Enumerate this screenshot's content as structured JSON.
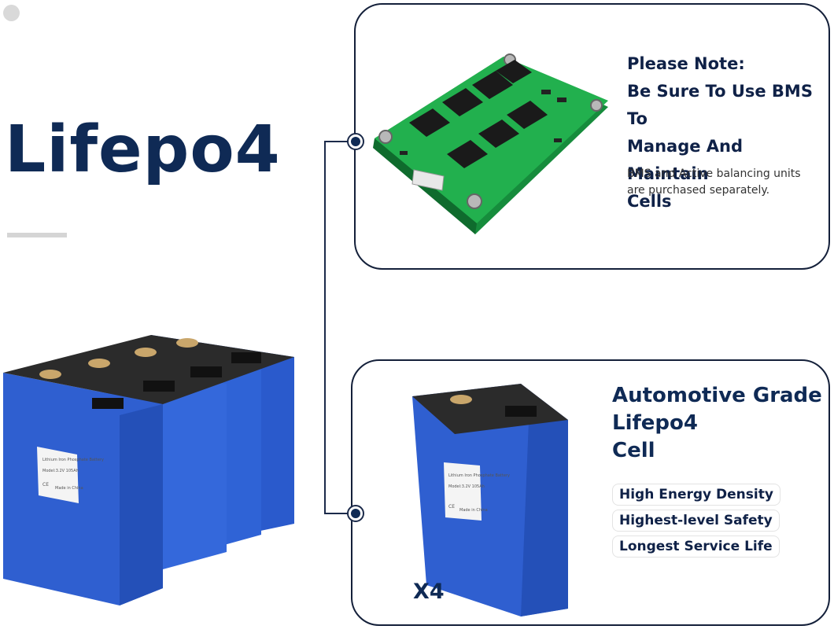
{
  "title": "Lifepo4",
  "bms_card": {
    "note_lines": [
      "Please Note:",
      "Be Sure To Use BMS To",
      "Manage And Maintain",
      "Cells"
    ],
    "subnote": "BMS and Active balancing units are purchased separately.",
    "image": "bms-board-image"
  },
  "cell_card": {
    "title_lines": [
      "Automotive Grade",
      "Lifepo4",
      "Cell"
    ],
    "features": [
      "High Energy Density",
      "Highest-level Safety",
      "Longest Service Life"
    ],
    "quantity": "X4",
    "image": "single-cell-image"
  },
  "colors": {
    "navy": "#0f2a55",
    "cell_blue": "#2f5fd0",
    "pcb_green": "#1fa64a",
    "connector": "#1b2a4a"
  },
  "cell_label": {
    "line1": "Lithium Iron Phosphate Battery",
    "line2": "Model:3.2V 105Ah",
    "line3": "Made in China",
    "mark": "CE"
  }
}
